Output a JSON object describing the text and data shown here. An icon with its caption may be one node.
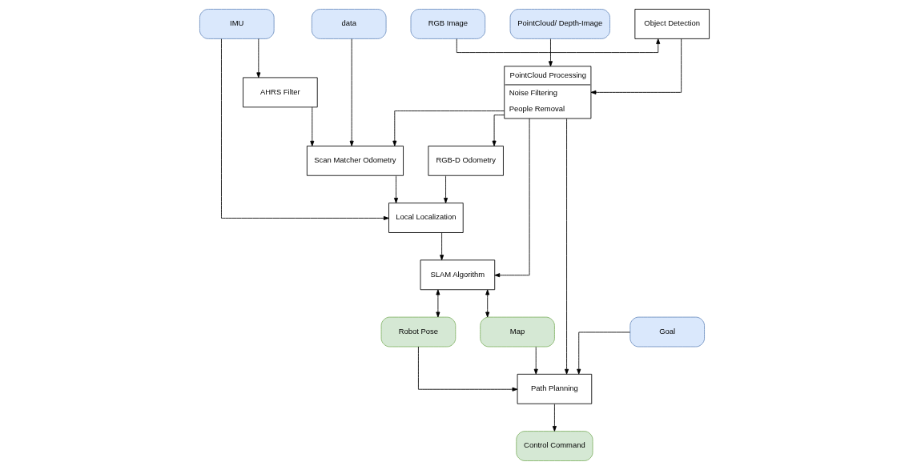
{
  "diagram": {
    "nodes": [
      {
        "text": [
          "IMU"
        ]
      },
      {
        "text": [
          "AHRS Filter"
        ]
      },
      {
        "text": [
          "data"
        ]
      },
      {
        "text": [
          "Scan Matcher Odometry"
        ]
      },
      {
        "text": [
          "RGB-D Odometry"
        ]
      },
      {
        "text": [
          "Object Detection"
        ]
      },
      {
        "text": [
          "RGB Image"
        ]
      },
      {
        "text": [
          "PointCloud Processing",
          "Noise Filtering",
          "People Removal"
        ]
      },
      {
        "text": [
          "PointCloud/ Depth-Image"
        ]
      },
      {
        "text": [
          "Local Localization"
        ]
      },
      {
        "text": [
          "SLAM Algorithm"
        ]
      },
      {
        "text": [
          "Robot Pose"
        ]
      },
      {
        "text": [
          "Map"
        ]
      },
      {
        "text": [
          "Path Planning"
        ]
      },
      {
        "text": [
          "Control Command"
        ]
      },
      {
        "text": [
          "Goal"
        ]
      }
    ],
    "edges": [
      {
        "from": 0,
        "to": 1,
        "arrow": "to"
      },
      {
        "from": 0,
        "to": 9,
        "arrow": "to"
      },
      {
        "from": 1,
        "to": 3,
        "arrow": "to"
      },
      {
        "from": 2,
        "to": 3,
        "arrow": "to"
      },
      {
        "from": 3,
        "to": 9,
        "arrow": "to"
      },
      {
        "from": 4,
        "to": 9,
        "arrow": "to"
      },
      {
        "from": 6,
        "to": 5,
        "arrow": "to"
      },
      {
        "from": 5,
        "to": 7,
        "arrow": "to"
      },
      {
        "from": 8,
        "to": 7,
        "arrow": "to"
      },
      {
        "from": 7,
        "to": 3,
        "arrow": "to"
      },
      {
        "from": 7,
        "to": 4,
        "arrow": "to"
      },
      {
        "from": 7,
        "to": 10,
        "arrow": "to"
      },
      {
        "from": 7,
        "to": 13,
        "arrow": "to"
      },
      {
        "from": 9,
        "to": 10,
        "arrow": "to"
      },
      {
        "from": 10,
        "to": 11,
        "arrow": "both"
      },
      {
        "from": 10,
        "to": 12,
        "arrow": "both"
      },
      {
        "from": 11,
        "to": 13,
        "arrow": "to"
      },
      {
        "from": 12,
        "to": 13,
        "arrow": "to"
      },
      {
        "from": 13,
        "to": 14,
        "arrow": "to"
      },
      {
        "from": 15,
        "to": 13,
        "arrow": "to"
      }
    ]
  }
}
